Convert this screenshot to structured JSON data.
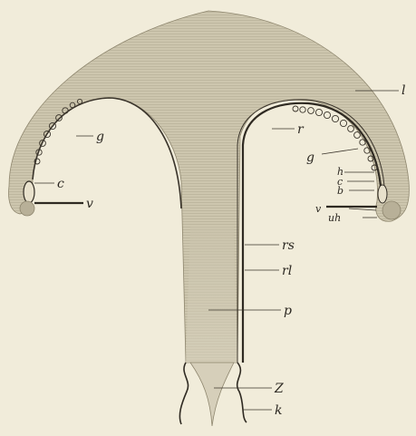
{
  "figure": {
    "labels": {
      "l": "l",
      "g_left": "g",
      "c_left": "c",
      "v_left": "v",
      "r": "r",
      "g_right": "g",
      "h": "h",
      "c_right": "c",
      "b": "b",
      "v_right": "v",
      "uh": "uh",
      "rs": "rs",
      "rl": "rl",
      "p": "p",
      "Z": "Z",
      "k": "k"
    }
  },
  "colors": {
    "background": "#f1ecda",
    "tissue": "#c9c2ab",
    "tissue_dark": "#a9a18a",
    "outline": "#2f2a22",
    "canal": "#3a342b"
  }
}
